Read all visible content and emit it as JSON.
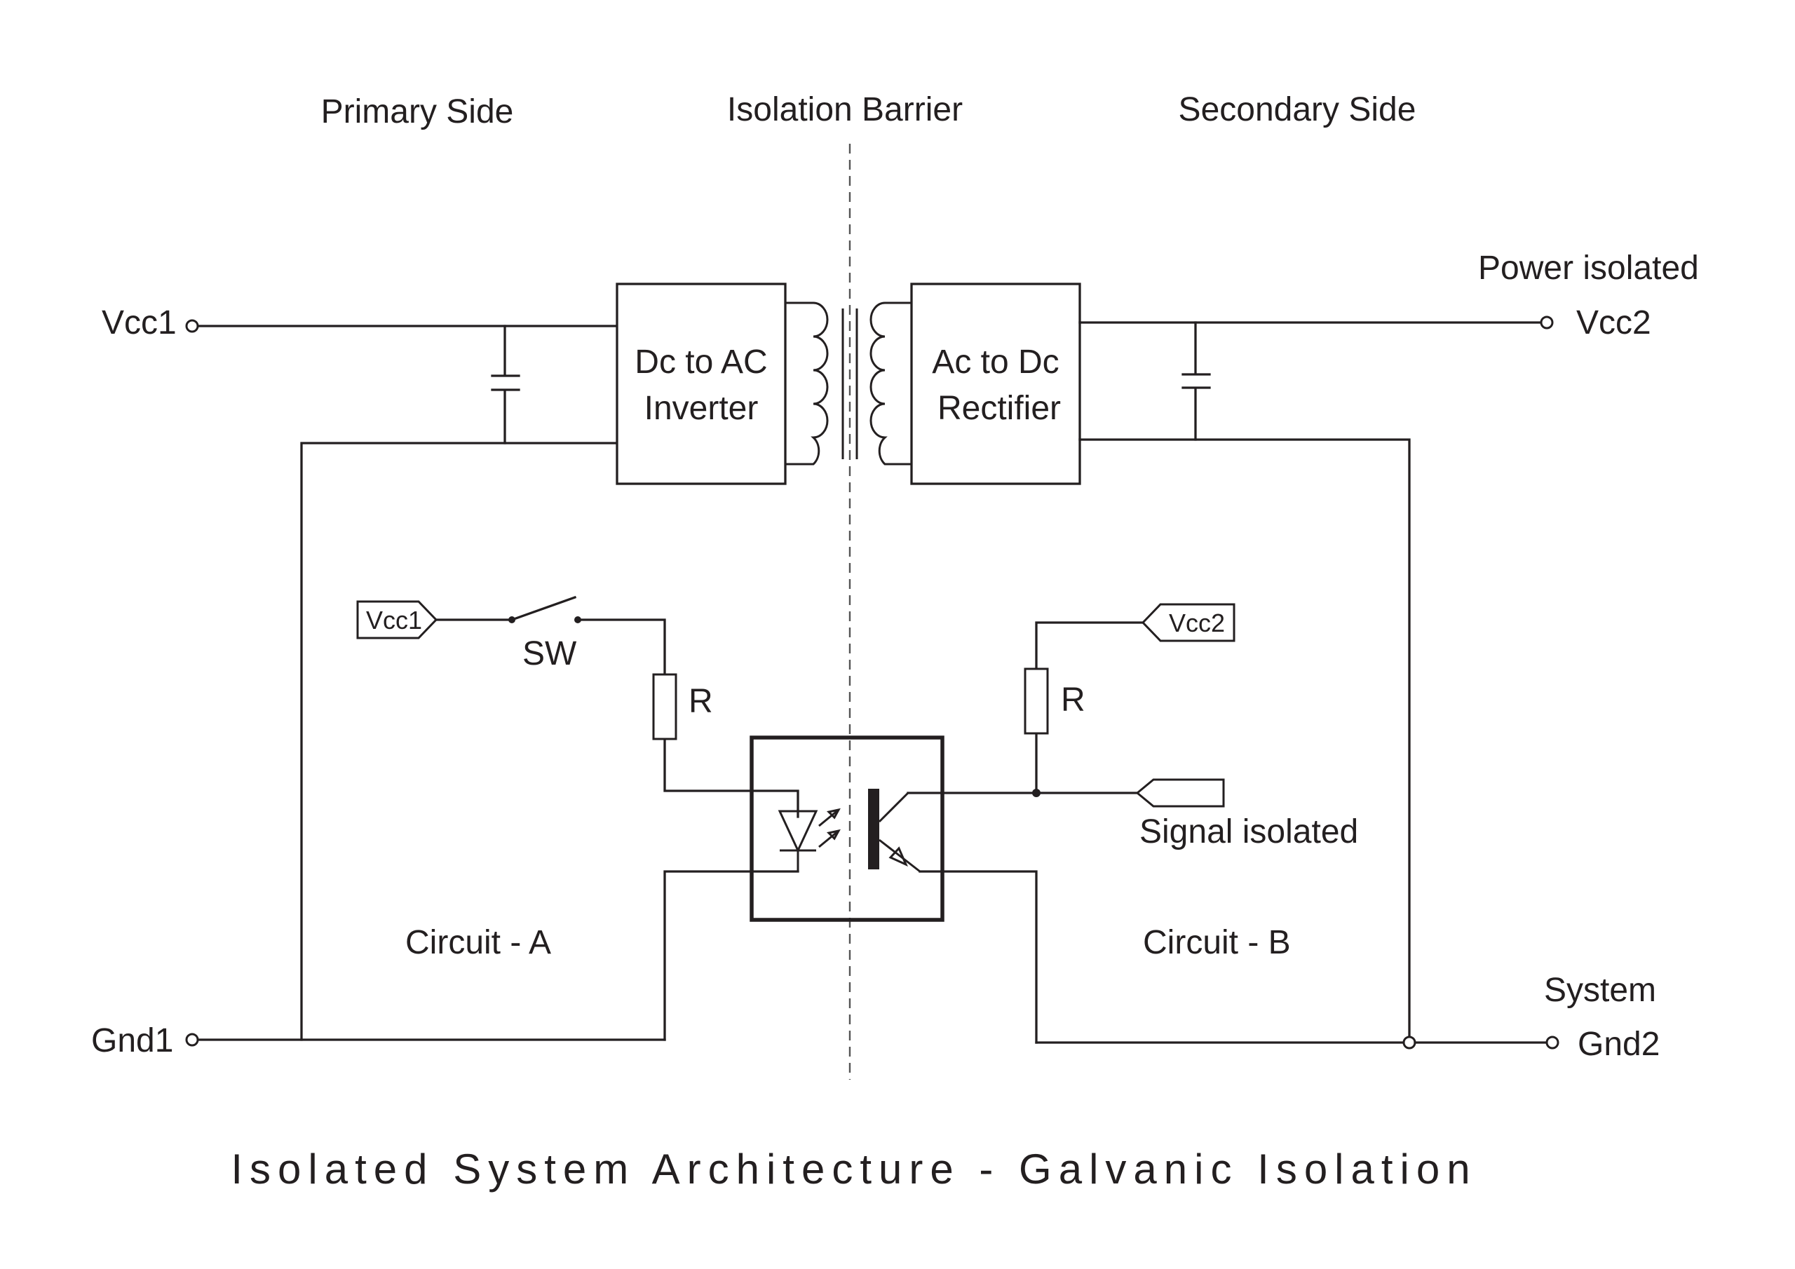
{
  "title": "Isolated System Architecture - Galvanic  Isolation",
  "headers": {
    "primary": "Primary Side",
    "barrier": "Isolation Barrier",
    "secondary": "Secondary Side"
  },
  "blocks": {
    "inverter_line1": "Dc to AC",
    "inverter_line2": "Inverter",
    "rectifier_line1": "Ac to Dc",
    "rectifier_line2": "Rectifier"
  },
  "terminals": {
    "vcc1": "Vcc1",
    "vcc2": "Vcc2",
    "gnd1": "Gnd1",
    "gnd2": "Gnd2",
    "power_isolated": "Power isolated",
    "system": "System"
  },
  "signal": {
    "vcc1_tag": "Vcc1",
    "vcc2_tag": "Vcc2",
    "switch": "SW",
    "resistor_a": "R",
    "resistor_b": "R",
    "signal_isolated": "Signal isolated",
    "circuit_a": "Circuit - A",
    "circuit_b": "Circuit - B"
  }
}
